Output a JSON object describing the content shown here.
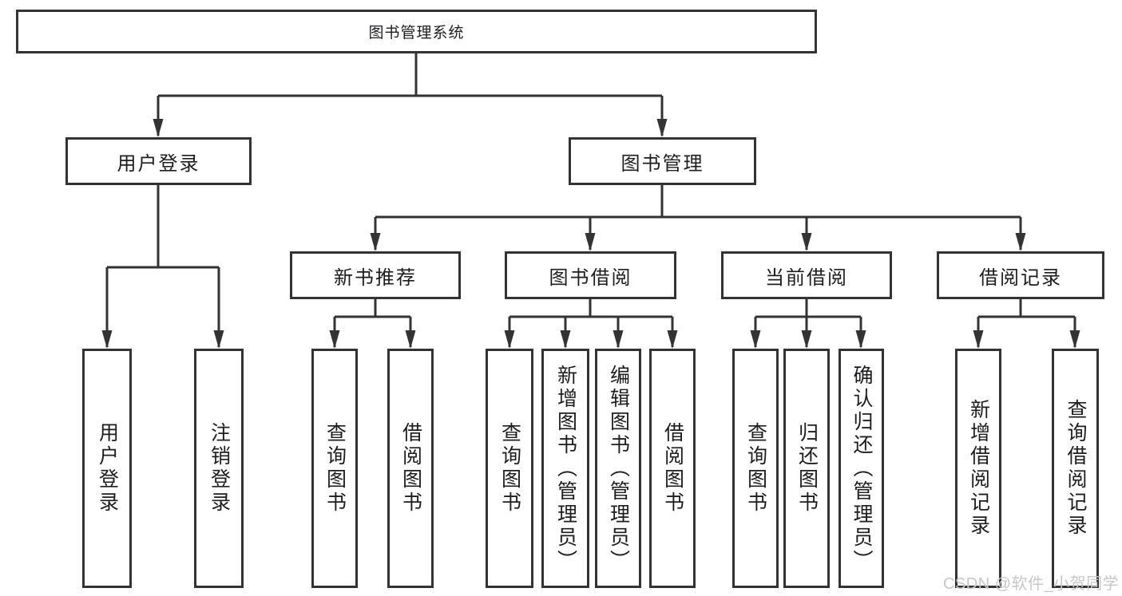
{
  "tree": {
    "root": {
      "label": "图书管理系统"
    },
    "branches": [
      {
        "label": "用户登录",
        "children": [
          {
            "label": "用户登录"
          },
          {
            "label": "注销登录"
          }
        ]
      },
      {
        "label": "图书管理",
        "groups": [
          {
            "label": "新书推荐",
            "children": [
              {
                "label": "查询图书"
              },
              {
                "label": "借阅图书"
              }
            ]
          },
          {
            "label": "图书借阅",
            "children": [
              {
                "label": "查询图书"
              },
              {
                "label": "新增图书（管理员）"
              },
              {
                "label": "编辑图书（管理员）"
              },
              {
                "label": "借阅图书"
              }
            ]
          },
          {
            "label": "当前借阅",
            "children": [
              {
                "label": "查询图书"
              },
              {
                "label": "归还图书"
              },
              {
                "label": "确认归还（管理员）"
              }
            ]
          },
          {
            "label": "借阅记录",
            "children": [
              {
                "label": "新增借阅记录"
              },
              {
                "label": "查询借阅记录"
              }
            ]
          }
        ]
      }
    ]
  },
  "watermark": "CSDN @软件_小贺同学",
  "colors": {
    "line": "#333333",
    "text": "#1d1d1f",
    "watermark": "#c7c7c7",
    "background": "#ffffff"
  }
}
